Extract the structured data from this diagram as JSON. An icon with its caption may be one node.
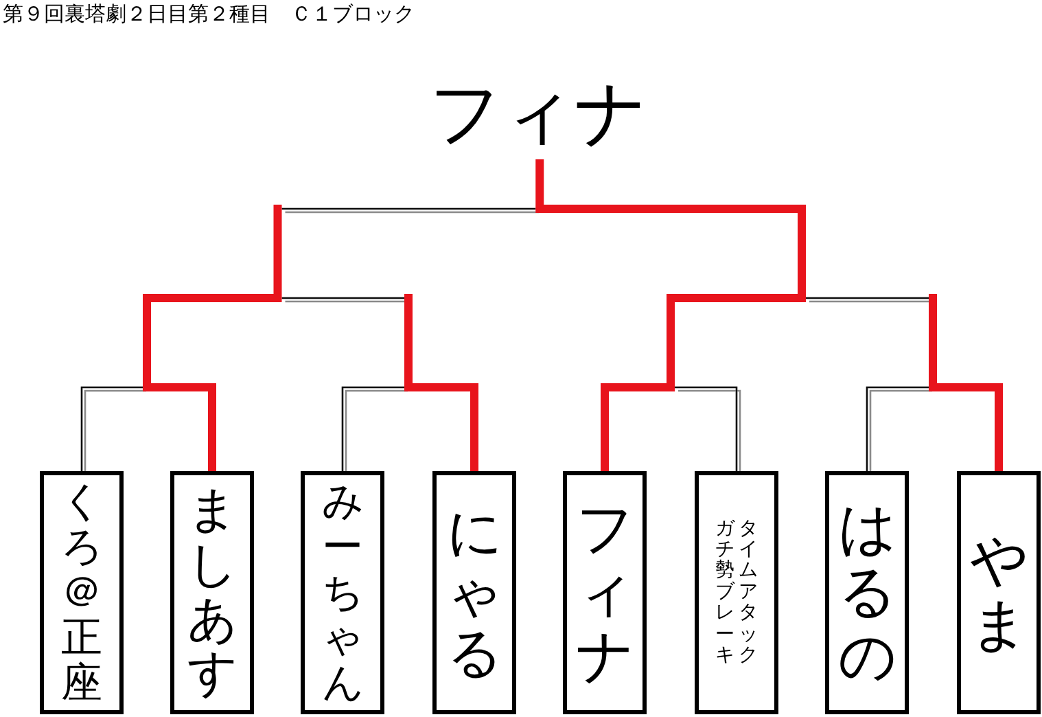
{
  "diagram": {
    "title": "第９回裏塔劇２日目第２種目　Ｃ１ブロック",
    "nodes": [
      {
        "text": [
          "フィナ"
        ]
      },
      {
        "text": [
          "くろ＠正座"
        ]
      },
      {
        "text": [
          "ましあす"
        ]
      },
      {
        "text": [
          "みーちゃん"
        ]
      },
      {
        "text": [
          "にゃる"
        ]
      },
      {
        "text": [
          "フィナ"
        ]
      },
      {
        "text": [
          "タイムアタックガチ勢ブレーキ"
        ]
      },
      {
        "text": [
          "はるの"
        ]
      },
      {
        "text": [
          "やま"
        ]
      }
    ],
    "edges": [
      {
        "from": 1,
        "to": null,
        "arrow": "none"
      },
      {
        "from": 2,
        "to": null,
        "arrow": "none",
        "style": "thick",
        "color": "#e8141c"
      },
      {
        "from": 3,
        "to": null,
        "arrow": "none"
      },
      {
        "from": 4,
        "to": null,
        "arrow": "none",
        "style": "thick",
        "color": "#e8141c"
      },
      {
        "from": 5,
        "to": 0,
        "arrow": "none",
        "style": "thick",
        "color": "#e8141c"
      },
      {
        "from": 6,
        "to": null,
        "arrow": "none"
      },
      {
        "from": 7,
        "to": null,
        "arrow": "none"
      },
      {
        "from": 8,
        "to": null,
        "arrow": "none",
        "style": "thick",
        "color": "#e8141c"
      }
    ]
  }
}
